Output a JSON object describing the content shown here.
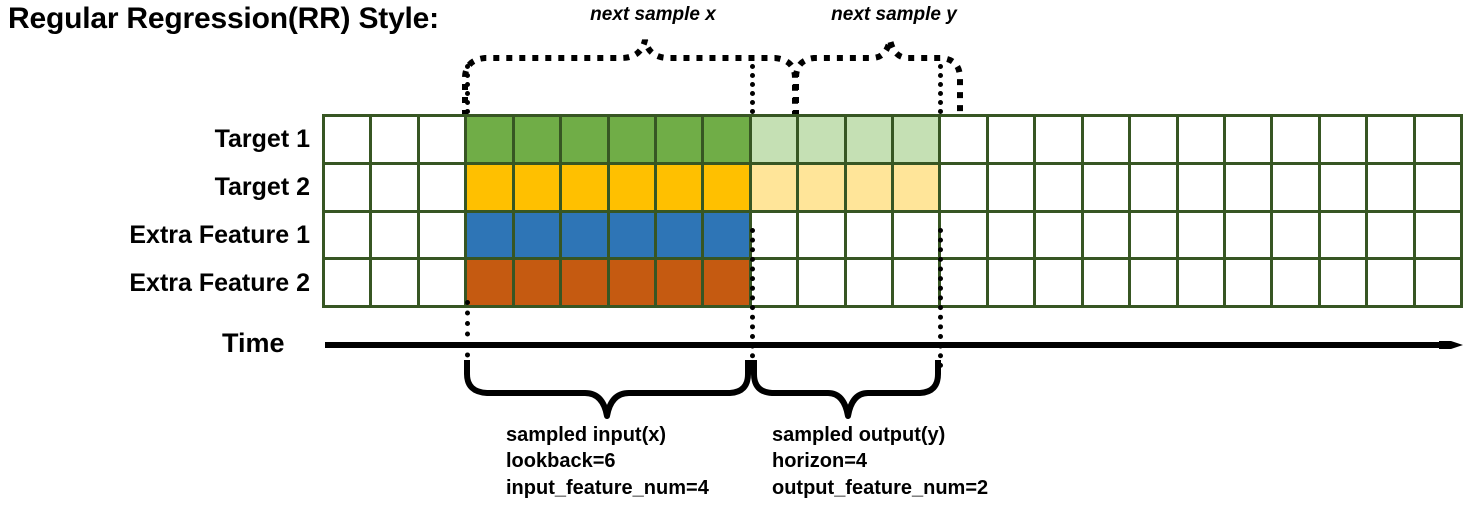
{
  "title": "Regular Regression(RR) Style:",
  "annotations": {
    "next_sample_x": "next sample x",
    "next_sample_y": "next sample y"
  },
  "rows": [
    {
      "label": "Target 1",
      "fill": "#70AD47",
      "light": "#C5E0B4"
    },
    {
      "label": "Target 2",
      "fill": "#FFC000",
      "light": "#FFE599"
    },
    {
      "label": "Extra Feature 1",
      "fill": "#2E75B6",
      "light": null
    },
    {
      "label": "Extra Feature 2",
      "fill": "#C55A11",
      "light": null
    }
  ],
  "grid": {
    "columns": 24,
    "rows": 4,
    "lead_blank_columns": 3,
    "input_columns": 6,
    "output_columns": 4,
    "border_color": "#375623",
    "empty_color": "#FFFFFF"
  },
  "time_axis": {
    "label": "Time"
  },
  "captions": {
    "input": {
      "line1": "sampled input(x)",
      "line2": "lookback=6",
      "line3": "input_feature_num=4"
    },
    "output": {
      "line1": "sampled output(y)",
      "line2": "horizon=4",
      "line3": "output_feature_num=2"
    }
  }
}
